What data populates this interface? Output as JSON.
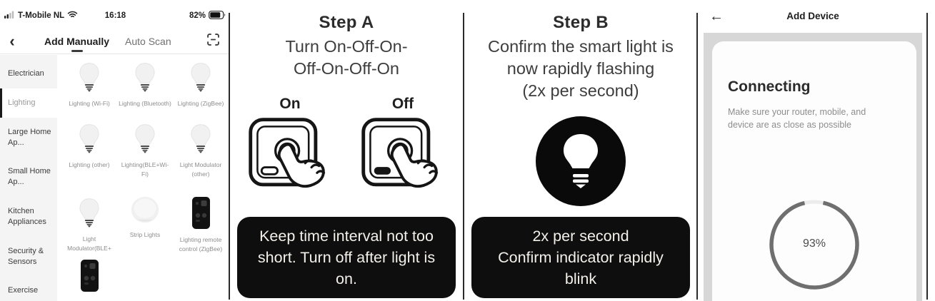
{
  "phone": {
    "status_bar": {
      "carrier": "T-Mobile NL",
      "time": "16:18",
      "battery": "82%"
    },
    "nav": {
      "back_glyph": "‹",
      "tab_add_manually": "Add Manually",
      "tab_auto_scan": "Auto Scan"
    },
    "sidebar": {
      "selected_index": 1,
      "items": [
        {
          "label": "Electrician"
        },
        {
          "label": "Lighting"
        },
        {
          "label": "Large Home Ap..."
        },
        {
          "label": "Small Home Ap..."
        },
        {
          "label": "Kitchen Appliances"
        },
        {
          "label": "Security & Sensors"
        },
        {
          "label": "Exercise"
        }
      ]
    },
    "grid": {
      "items": [
        {
          "label": "Lighting (Wi-Fi)",
          "icon": "bulb"
        },
        {
          "label": "Lighting (Bluetooth)",
          "icon": "bulb"
        },
        {
          "label": "Lighting (ZigBee)",
          "icon": "bulb"
        },
        {
          "label": "Lighting (other)",
          "icon": "bulb"
        },
        {
          "label": "Lighting(BLE+Wi-Fi)",
          "icon": "bulb"
        },
        {
          "label": "Light Modulator (other)",
          "icon": "bulb"
        },
        {
          "label": "Light Modulator(BLE+",
          "icon": "bulb"
        },
        {
          "label": "Strip Lights",
          "icon": "disc"
        },
        {
          "label": "Lighting remote control (ZigBee)",
          "icon": "remote"
        },
        {
          "label": "",
          "icon": "remote"
        }
      ]
    }
  },
  "step_a": {
    "title": "Step A",
    "body_line1": "Turn On-Off-On-",
    "body_line2": "Off-On-Off-On",
    "on_label": "On",
    "off_label": "Off",
    "banner": "Keep time interval not too short. Turn off after light is on."
  },
  "step_b": {
    "title": "Step B",
    "body_line1": "Confirm the smart light is",
    "body_line2": "now rapidly flashing",
    "body_line3": "(2x per second)",
    "banner_line1": "2x per second",
    "banner_line2": "Confirm indicator rapidly blink"
  },
  "connecting": {
    "header_title": "Add Device",
    "back_glyph": "←",
    "title": "Connecting",
    "subtext_line1": "Make sure your router, mobile, and",
    "subtext_line2": "device are as close as possible",
    "progress_percent": 93,
    "progress_label": "93%"
  },
  "colors": {
    "banner_bg": "#0e0e0e",
    "banner_text": "#f3f0ea",
    "sidebar_bg": "#f4f4f4",
    "selected_text": "#9a9a9a",
    "divider": "#2b2b2b",
    "progress_ring": "#6f6f6f",
    "gray_panel": "#d7d7d7"
  }
}
